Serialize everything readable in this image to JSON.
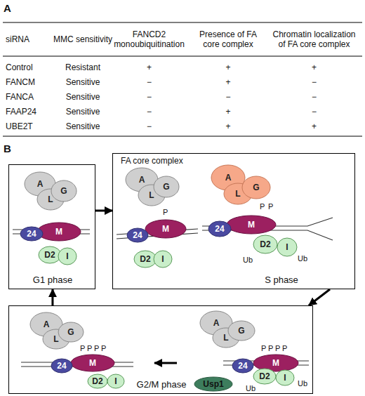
{
  "diagram": {
    "nodes": [
      {
        "text": [
          "G1 phase"
        ]
      },
      {
        "text": [
          "A"
        ],
        "in": 0
      },
      {
        "text": [
          "L"
        ],
        "in": 0
      },
      {
        "text": [
          "G"
        ],
        "in": 0
      },
      {
        "text": [
          "24"
        ],
        "in": 0
      },
      {
        "text": [
          "M"
        ],
        "in": 0
      },
      {
        "text": [
          "D2"
        ],
        "in": 0
      },
      {
        "text": [
          "I"
        ],
        "in": 0
      },
      {
        "text": [
          "S phase"
        ]
      },
      {
        "text": [
          "A"
        ],
        "in": 8
      },
      {
        "text": [
          "L"
        ],
        "in": 8
      },
      {
        "text": [
          "G"
        ],
        "in": 8
      },
      {
        "text": [
          "24"
        ],
        "in": 8
      },
      {
        "text": [
          "M"
        ],
        "in": 8
      },
      {
        "text": [
          "D2"
        ],
        "in": 8
      },
      {
        "text": [
          "I"
        ],
        "in": 8
      },
      {
        "text": [
          "A"
        ],
        "in": 8
      },
      {
        "text": [
          "L"
        ],
        "in": 8
      },
      {
        "text": [
          "G"
        ],
        "in": 8
      },
      {
        "text": [
          "24"
        ],
        "in": 8
      },
      {
        "text": [
          "M"
        ],
        "in": 8
      },
      {
        "text": [
          "D2"
        ],
        "in": 8
      },
      {
        "text": [
          "I"
        ],
        "in": 8
      },
      {
        "text": [
          "G2/M phase"
        ]
      },
      {
        "text": [
          "A"
        ],
        "in": 23
      },
      {
        "text": [
          "L"
        ],
        "in": 23
      },
      {
        "text": [
          "G"
        ],
        "in": 23
      },
      {
        "text": [
          "24"
        ],
        "in": 23
      },
      {
        "text": [
          "M"
        ],
        "in": 23
      },
      {
        "text": [
          "D2"
        ],
        "in": 23
      },
      {
        "text": [
          "I"
        ],
        "in": 23
      },
      {
        "text": [
          "A"
        ],
        "in": 23
      },
      {
        "text": [
          "L"
        ],
        "in": 23
      },
      {
        "text": [
          "G"
        ],
        "in": 23
      },
      {
        "text": [
          "24"
        ],
        "in": 23
      },
      {
        "text": [
          "M"
        ],
        "in": 23
      },
      {
        "text": [
          "D2"
        ],
        "in": 23
      },
      {
        "text": [
          "I"
        ],
        "in": 23
      },
      {
        "text": [
          "Usp1"
        ],
        "in": 23
      }
    ],
    "edges": [
      {
        "from": 0,
        "to": 8,
        "arrow": "to"
      },
      {
        "from": 8,
        "to": 23,
        "arrow": "to"
      },
      {
        "from": 23,
        "to": 0,
        "arrow": "to"
      }
    ],
    "labels": [
      "A",
      "siRNA",
      "MMC sensitivity",
      "FANCD2 monoubiquitination",
      "Presence of FA core complex",
      "Chromatin localization of FA core complex",
      "Control",
      "Resistant",
      "+",
      "+",
      "+",
      "FANCM",
      "Sensitive",
      "−",
      "+",
      "−",
      "FANCA",
      "Sensitive",
      "−",
      "−",
      "−",
      "FAAP24",
      "Sensitive",
      "−",
      "+",
      "−",
      "UBE2T",
      "Sensitive",
      "−",
      "+",
      "+",
      "B",
      "FA core complex",
      "P",
      "P",
      "P",
      "Ub",
      "Ub",
      "P",
      "P",
      "P",
      "P",
      "P",
      "P",
      "P",
      "P",
      "Ub",
      "Ub"
    ]
  }
}
